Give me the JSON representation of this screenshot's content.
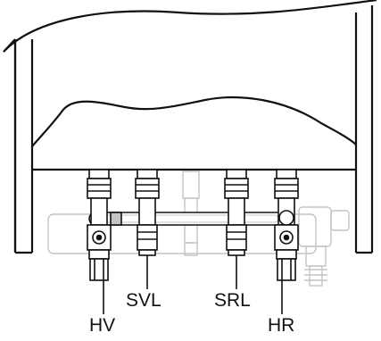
{
  "labels": {
    "hv": "HV",
    "svl": "SVL",
    "srl": "SRL",
    "hr": "HR"
  },
  "colors": {
    "line": "#111111",
    "faded": "#c4c4c4",
    "fill": "#ffffff"
  }
}
